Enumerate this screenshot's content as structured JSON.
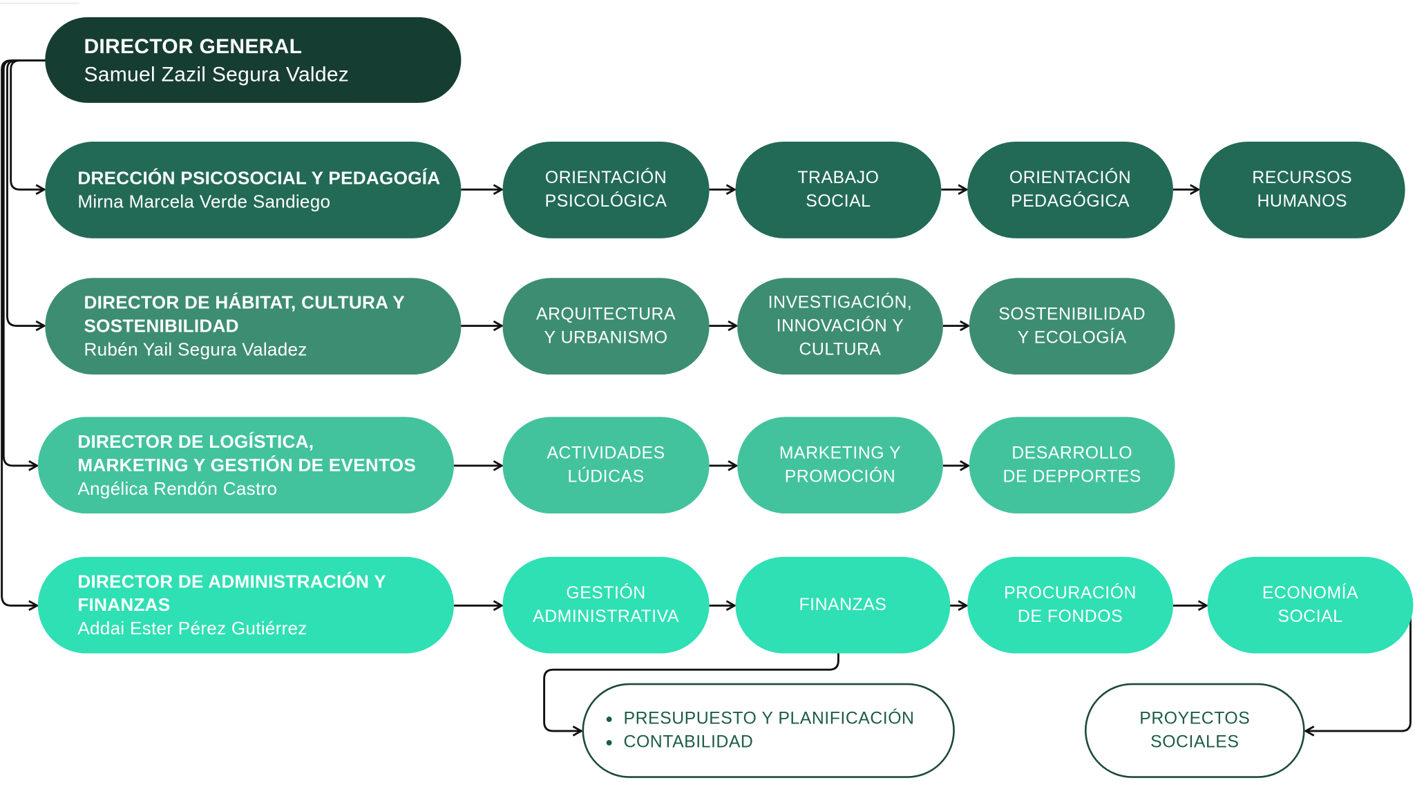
{
  "director_general": {
    "role": "DIRECTOR GENERAL",
    "name": "Samuel Zazil Segura Valdez"
  },
  "rows": [
    {
      "role": "DRECCIÓN PSICOSOCIAL Y PEDAGOGÍA",
      "name": "Mirna Marcela Verde Sandiego",
      "units": [
        "ORIENTACIÓN\nPSICOLÓGICA",
        "TRABAJO\nSOCIAL",
        "ORIENTACIÓN\nPEDAGÓGICA",
        "RECURSOS\nHUMANOS"
      ]
    },
    {
      "role": "DIRECTOR DE HÁBITAT, CULTURA Y\nSOSTENIBILIDAD",
      "name": "Rubén Yail Segura Valadez",
      "units": [
        "ARQUITECTURA\nY URBANISMO",
        "INVESTIGACIÓN,\nINNOVACIÓN Y\nCULTURA",
        "SOSTENIBILIDAD\nY ECOLOGÍA"
      ]
    },
    {
      "role": "DIRECTOR DE LOGÍSTICA,\nMARKETING Y GESTIÓN DE EVENTOS",
      "name": "Angélica Rendón Castro",
      "units": [
        "ACTIVIDADES\nLÚDICAS",
        "MARKETING Y\nPROMOCIÓN",
        "DESARROLLO\nDE DEPPORTES"
      ]
    },
    {
      "role": "DIRECTOR DE ADMINISTRACIÓN Y\nFINANZAS",
      "name": "Addai Ester Pérez Gutiérrez",
      "units": [
        "GESTIÓN\nADMINISTRATIVA",
        "FINANZAS",
        "PROCURACIÓN\nDE FONDOS",
        "ECONOMÍA\nSOCIAL"
      ]
    }
  ],
  "sub_boxes": {
    "finance_items": [
      "PRESUPUESTO Y PLANIFICACIÓN",
      "CONTABILIDAD"
    ],
    "social_projects": "PROYECTOS\nSOCIALES"
  },
  "colors": {
    "director_general": "#163d31",
    "row_1": "#226a55",
    "row_2": "#3d8d73",
    "row_3": "#42c39d",
    "row_4": "#2ee0b3",
    "outline": "#1d4a3a",
    "connector": "#111111"
  }
}
